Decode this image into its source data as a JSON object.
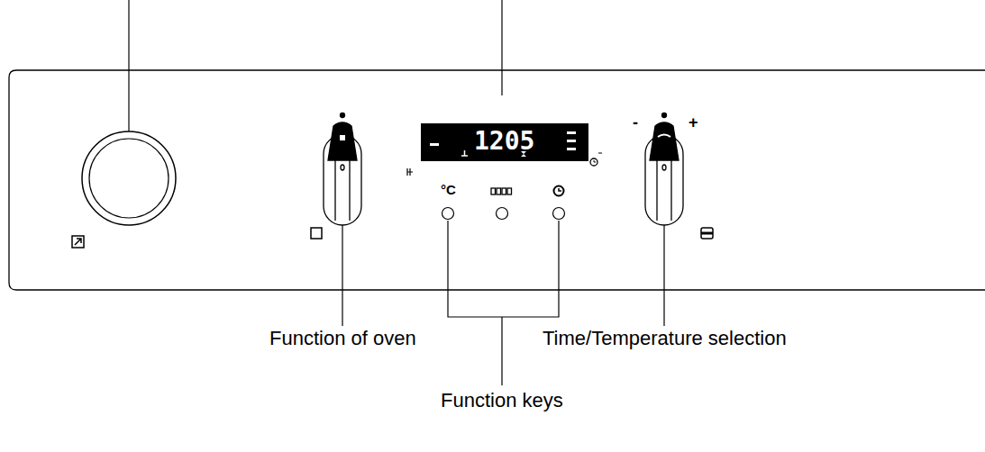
{
  "diagram": {
    "nodes": [
      {
        "text": [
          "1205"
        ]
      }
    ],
    "labels": [
      "Function of oven",
      "Time/Temperature selection",
      "Function keys",
      "°C",
      "-",
      "+"
    ]
  }
}
